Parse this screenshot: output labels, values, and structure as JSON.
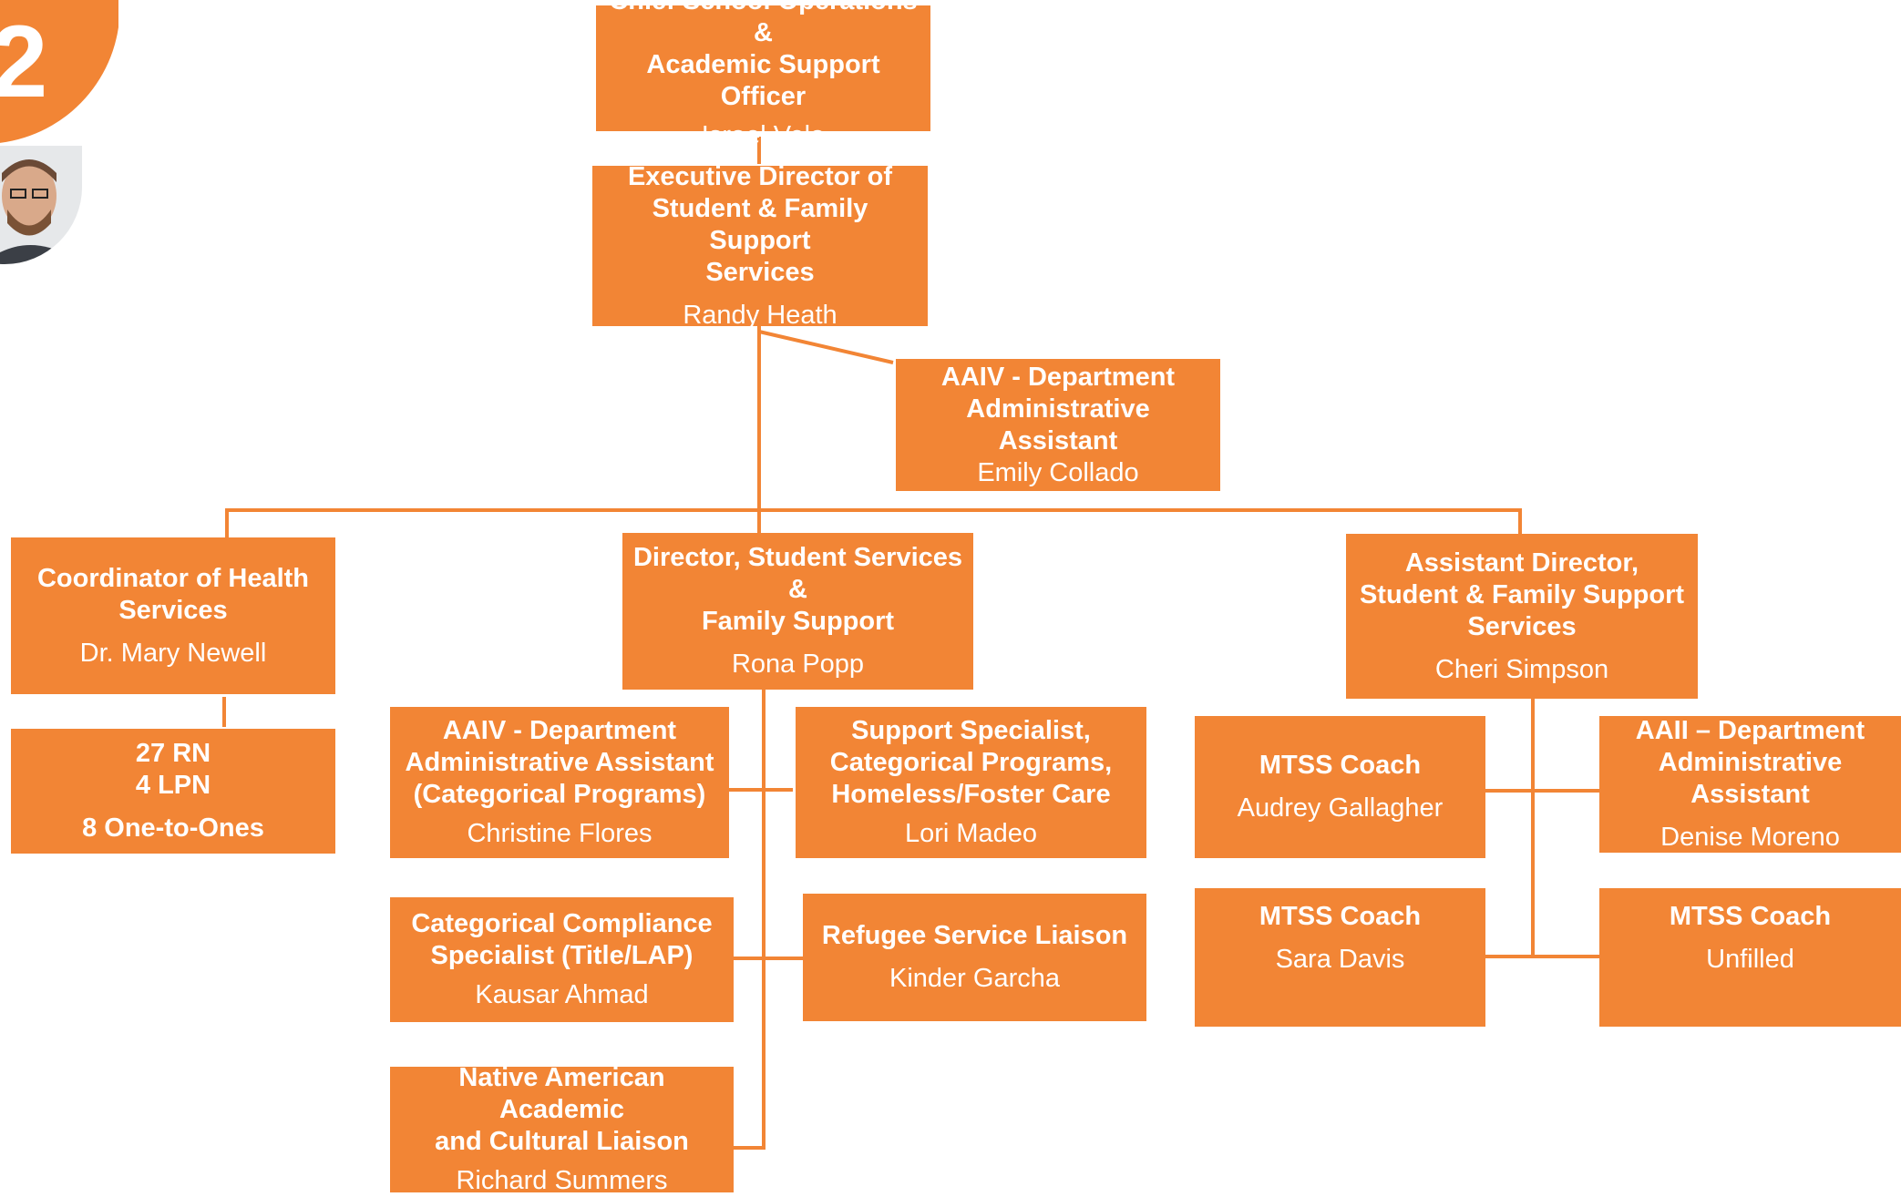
{
  "badge": {
    "number": "2"
  },
  "boxes": {
    "cso": {
      "title": "Chief School Operations &\nAcademic Support Officer",
      "name": "Israel Vela"
    },
    "exec": {
      "title": "Executive Director of\nStudent & Family Support\nServices",
      "name": "Randy Heath"
    },
    "aaiv_exec": {
      "title": "AAIV - Department\nAdministrative Assistant",
      "name": "Emily Collado"
    },
    "health": {
      "title": "Coordinator of Health\nServices",
      "name": "Dr. Mary Newell"
    },
    "health_staff": {
      "title": "27 RN\n4 LPN",
      "name": "8 One-to-Ones"
    },
    "director": {
      "title": "Director, Student Services  &\nFamily Support",
      "name": "Rona Popp"
    },
    "asst_director": {
      "title": "Assistant Director,\nStudent & Family Support\nServices",
      "name": "Cheri Simpson"
    },
    "aaiv_cat": {
      "title": "AAIV - Department\nAdministrative Assistant\n(Categorical Programs)",
      "name": "Christine Flores"
    },
    "support_spec": {
      "title": "Support Specialist,\nCategorical Programs,\nHomeless/Foster Care",
      "name": "Lori Madeo"
    },
    "compliance": {
      "title": "Categorical Compliance\nSpecialist (Title/LAP)",
      "name": "Kausar Ahmad"
    },
    "refugee": {
      "title": "Refugee Service Liaison",
      "name": "Kinder Garcha"
    },
    "native": {
      "title": "Native American Academic\nand Cultural Liaison",
      "name": "Richard Summers"
    },
    "mtss1": {
      "title": "MTSS Coach",
      "name": "Audrey Gallagher"
    },
    "aaii": {
      "title": "AAII – Department\nAdministrative Assistant",
      "name": "Denise Moreno"
    },
    "mtss2": {
      "title": "MTSS Coach",
      "name": "Sara Davis"
    },
    "mtss3": {
      "title": "MTSS Coach",
      "name": "Unfilled"
    }
  },
  "colors": {
    "box": "#F28535",
    "line": "#F28535",
    "text": "#FFFFFF"
  }
}
